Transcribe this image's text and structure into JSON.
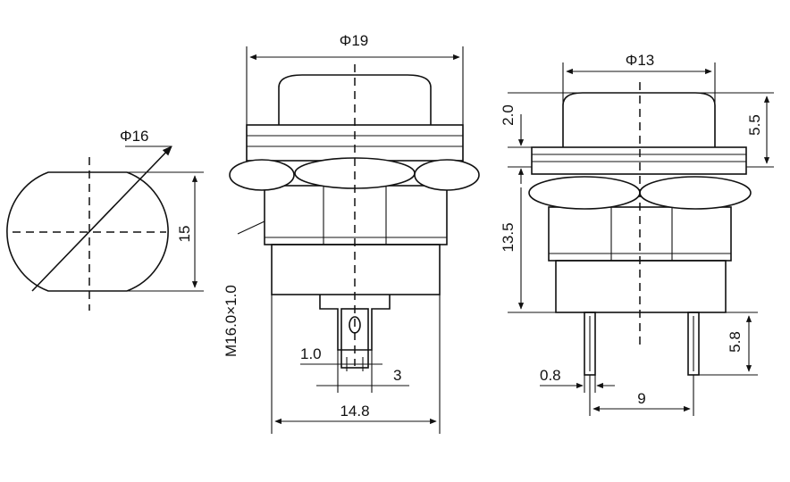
{
  "drawing": {
    "front_view": {
      "diameter": "Φ16",
      "flat_height": "15"
    },
    "side_view": {
      "head_diameter": "Φ19",
      "thread": "M16.0×1.0",
      "lead_width": "1.0",
      "lead_spacing": "3",
      "body_width": "14.8"
    },
    "right_view": {
      "head_diameter": "Φ13",
      "cap_height": "2.0",
      "head_height": "5.5",
      "body_height": "13.5",
      "pin_length": "5.8",
      "pin_thickness": "0.8",
      "pin_spacing": "9"
    }
  }
}
